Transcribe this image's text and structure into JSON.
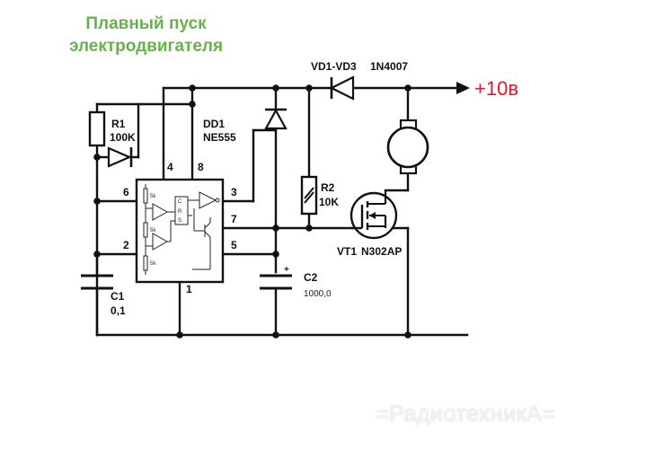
{
  "title": {
    "line1": "Плавный пуск",
    "line2": "электродвигателя"
  },
  "watermark": "=РадиотехникА=",
  "components": {
    "diodes": {
      "designator": "VD1-VD3",
      "part": "1N4007"
    },
    "supply": {
      "label": "+10в"
    },
    "r1": {
      "designator": "R1",
      "value": "100K"
    },
    "dd1": {
      "designator": "DD1",
      "part": "NE555"
    },
    "r2": {
      "designator": "R2",
      "value": "10K"
    },
    "vt1": {
      "designator": "VT1",
      "part": "N302AP"
    },
    "c1": {
      "designator": "C1",
      "value": "0,1"
    },
    "c2": {
      "designator": "C2",
      "value": "1000,0",
      "polarity": "+"
    }
  },
  "ic_pins": {
    "p4": "4",
    "p8": "8",
    "p6": "6",
    "p3": "3",
    "p7": "7",
    "p2": "2",
    "p5": "5",
    "p1": "1"
  },
  "ic_internal": {
    "res_label": "5k",
    "ff_c": "C",
    "ff_r": "R",
    "ff_s": "S"
  }
}
